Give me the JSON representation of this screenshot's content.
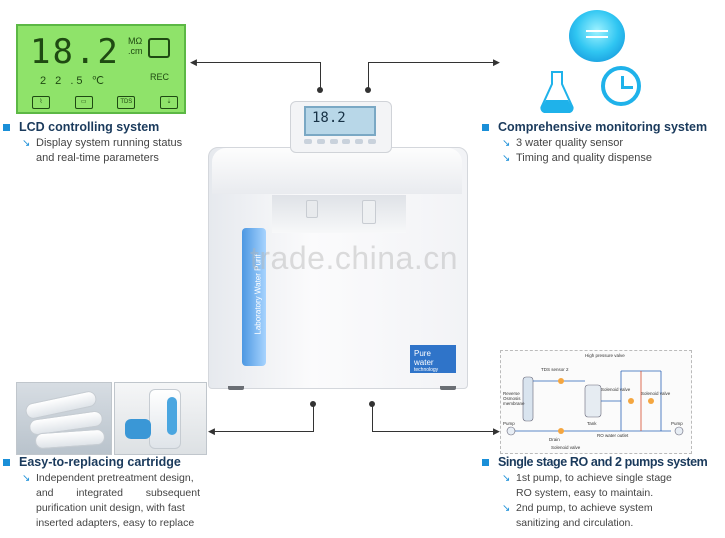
{
  "lcd": {
    "reading": "18.2",
    "unit": "MΩ\n.cm",
    "temperature": "2 2 .5 ℃",
    "rec_label": "REC",
    "tds_label": "TDS"
  },
  "lcd_system": {
    "title": "LCD controlling system",
    "bullets": [
      "Display system running status",
      "and real-time parameters"
    ]
  },
  "monitoring": {
    "title": "Comprehensive monitoring system",
    "bullets": [
      "3 water quality sensor",
      "Timing and quality dispense"
    ]
  },
  "cartridge": {
    "title": "Easy-to-replacing cartridge",
    "text_lines": [
      "Independent pretreatment design,",
      "and integrated subsequent",
      "purification unit design, with fast",
      "inserted adapters, easy to replace"
    ]
  },
  "ro_system": {
    "title": "Single stage RO and 2 pumps system",
    "bullet1": [
      "1st pump, to achieve single stage",
      "RO system, easy to maintain."
    ],
    "bullet2": [
      "2nd pump, to achieve system",
      "sanitizing and circulation."
    ]
  },
  "device": {
    "screen_reading": "18.2",
    "side_text": "Laboratory Water Purif",
    "label_title": "Pure water",
    "label_sub": "technology"
  },
  "watermark": "trade.china.cn",
  "diagram_labels": [
    "High pressure valve",
    "TDS sensor 2",
    "Reverse Osmosis membrane",
    "Solenoid valve",
    "Tank",
    "RO water outlet",
    "Drain",
    "Solenoid valve",
    "Pump",
    "Pump",
    "Solenoid valve"
  ]
}
